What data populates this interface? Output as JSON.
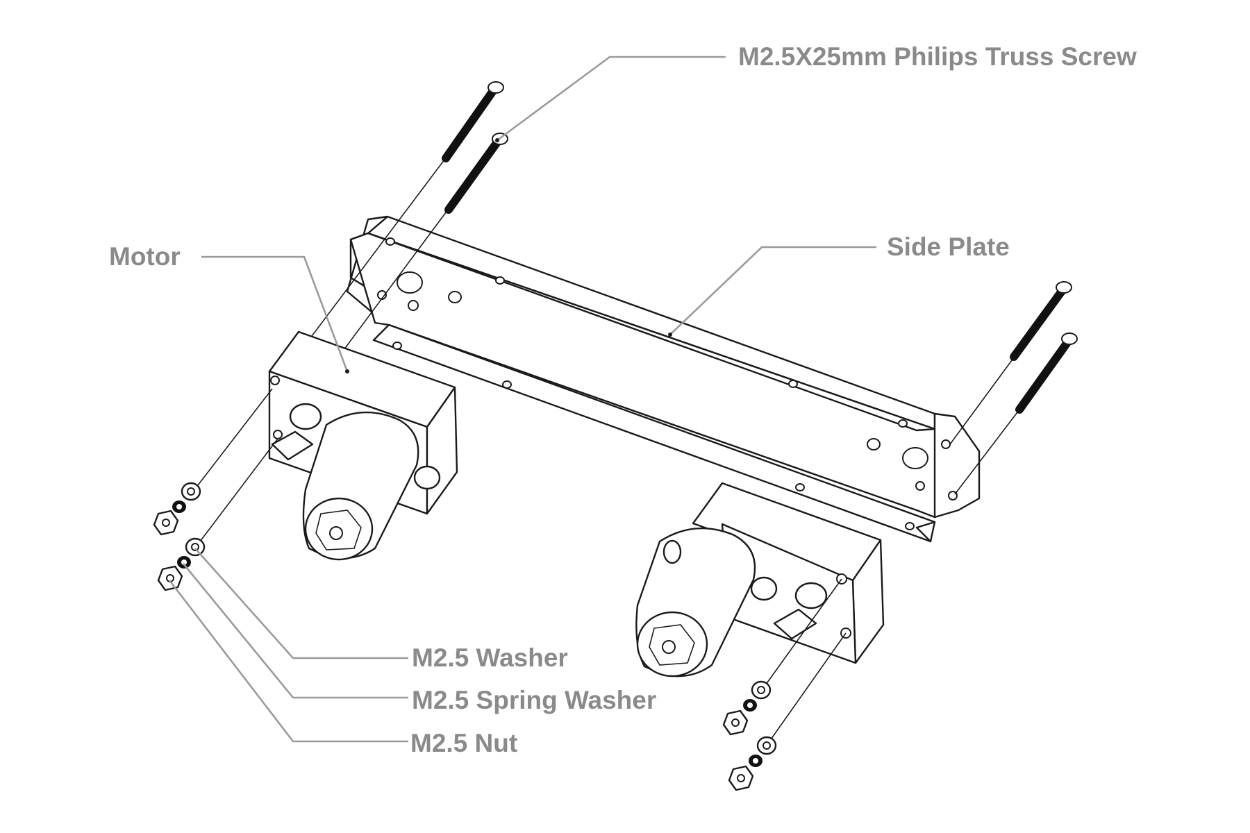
{
  "labels": {
    "screw": "M2.5X25mm Philips Truss Screw",
    "side_plate": "Side Plate",
    "motor": "Motor",
    "washer": "M2.5 Washer",
    "spring_washer": "M2.5 Spring Washer",
    "nut": "M2.5 Nut"
  },
  "colors": {
    "label_text": "#8a8a8a",
    "leader_line": "#9a9a9a",
    "linework": "#1a1a1a",
    "background": "#ffffff"
  }
}
